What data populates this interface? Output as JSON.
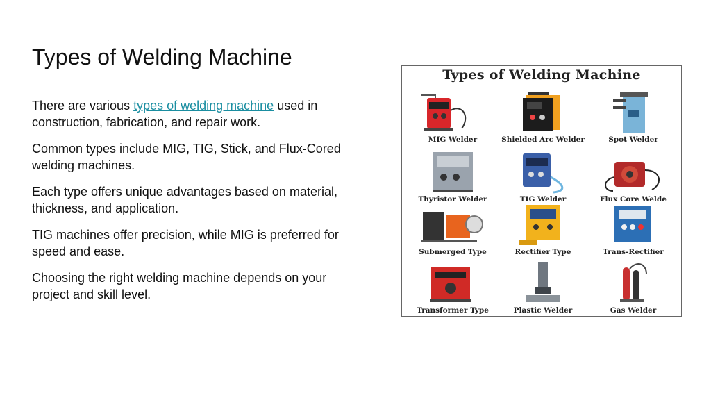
{
  "slide": {
    "title": "Types of Welding Machine",
    "paragraphs": [
      {
        "before": "There are various ",
        "link": "types of welding machine",
        "after": " used in construction, fabrication, and repair work."
      },
      {
        "text": "Common types include MIG, TIG, Stick, and Flux-Cored welding machines."
      },
      {
        "text": "Each type offers unique advantages based on material, thickness, and application."
      },
      {
        "text": "TIG machines offer precision, while MIG is preferred for speed and ease."
      },
      {
        "text": "Choosing the right welding machine depends on your project and skill level."
      }
    ]
  },
  "figure": {
    "heading": "Types of Welding Machine",
    "captions": [
      "MIG Welder",
      "Shielded Arc Welder",
      "Spot Welder",
      "Thyristor Welder",
      "TIG Welder",
      "Flux Core Welde",
      "Submerged Type",
      "Rectifier Type",
      "Trans-Rectifier",
      "Transformer Type",
      "Plastic Welder",
      "Gas Welder"
    ]
  },
  "colors": {
    "link": "#1a8ea1",
    "mig_red": "#d8262a",
    "arc_orange": "#f0a020",
    "spot_blue": "#7ab4d8",
    "thyristor_gray": "#9aa3ad",
    "tig_blue": "#3a5fa8",
    "submerged_orange": "#e8641e",
    "rectifier_yellow": "#f2b21c",
    "trans_blue": "#2c6fb5",
    "transformer_red": "#d02a26",
    "plastic_gray": "#6f7780"
  }
}
